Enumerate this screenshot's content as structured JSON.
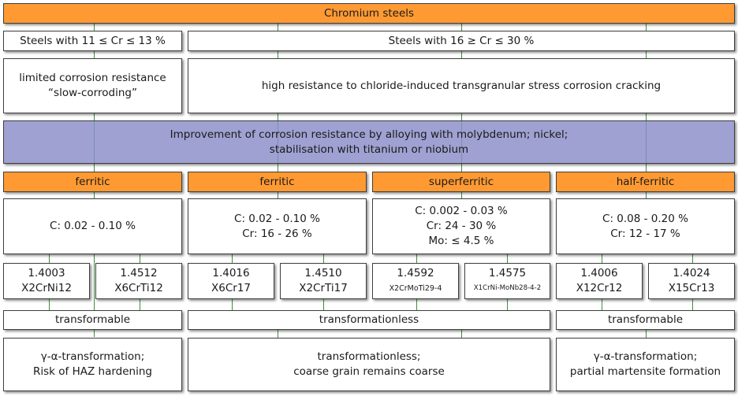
{
  "title": "Chromium steels",
  "groups": {
    "low": "Steels with 11 ≤ Cr ≤ 13 %",
    "high": "Steels with 16 ≥ Cr ≤ 30 %"
  },
  "properties": {
    "low": [
      "limited corrosion resistance",
      "“slow-corroding”"
    ],
    "high": "high resistance to chloride-induced transgranular stress corrosion cracking"
  },
  "improvement": [
    "Improvement of corrosion resistance by alloying with molybdenum; nickel;",
    "stabilisation with titanium or niobium"
  ],
  "types": [
    {
      "name": "ferritic",
      "composition": [
        "C: 0.02 - 0.10 %"
      ],
      "grades": [
        {
          "number": "1.4003",
          "designation": "X2CrNi12"
        },
        {
          "number": "1.4512",
          "designation": "X6CrTi12"
        }
      ]
    },
    {
      "name": "ferritic",
      "composition": [
        "C: 0.02 - 0.10 %",
        "Cr: 16 - 26 %"
      ],
      "grades": [
        {
          "number": "1.4016",
          "designation": "X6Cr17"
        },
        {
          "number": "1.4510",
          "designation": "X2CrTi17"
        }
      ]
    },
    {
      "name": "superferritic",
      "composition": [
        "C: 0.002 - 0.03 %",
        "Cr: 24 - 30 %",
        "Mo: ≤ 4.5 %"
      ],
      "grades": [
        {
          "number": "1.4592",
          "designation": "X2CrMoTi29-4"
        },
        {
          "number": "1.4575",
          "designation": "X1CrNi-MoNb28-4-2"
        }
      ]
    },
    {
      "name": "half-ferritic",
      "composition": [
        "C: 0.08 - 0.20 %",
        "Cr: 12 - 17 %"
      ],
      "grades": [
        {
          "number": "1.4006",
          "designation": "X12Cr12"
        },
        {
          "number": "1.4024",
          "designation": "X15Cr13"
        }
      ]
    }
  ],
  "transformability": [
    "transformable",
    "transformationless",
    "transformable"
  ],
  "consequences": [
    [
      "γ-α-transformation;",
      "Risk of HAZ hardening"
    ],
    [
      "transformationless;",
      "coarse grain remains coarse"
    ],
    [
      "γ-α-transformation;",
      "partial martensite formation"
    ]
  ]
}
